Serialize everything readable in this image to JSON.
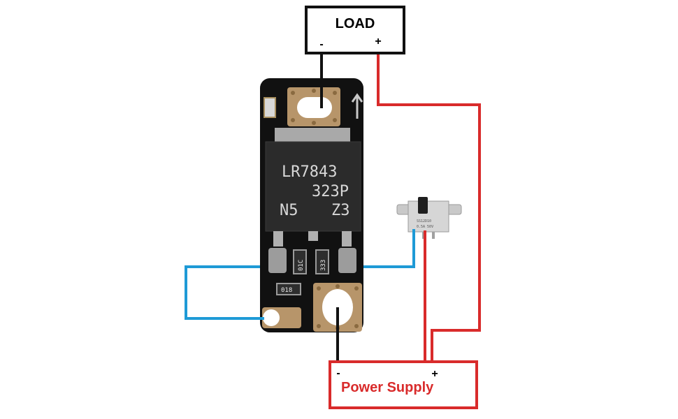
{
  "load": {
    "title": "LOAD",
    "minus": "-",
    "plus": "+"
  },
  "power_supply": {
    "title": "Power Supply",
    "minus": "-",
    "plus": "+"
  },
  "module": {
    "chip_line1": "LR7843",
    "chip_line2": "323P",
    "chip_line3a": "N5",
    "chip_line3b": "Z3",
    "smd1": "01C",
    "smd2": "333",
    "smd3": "018"
  },
  "switch": {
    "marking1": "SS12D10",
    "marking2": "0.5A 50V"
  },
  "colors": {
    "positive_wire": "#d92b2b",
    "signal_wire": "#1e9ad6",
    "ground_wire": "#111111",
    "pcb": "#111111",
    "pad": "#b7956a"
  }
}
